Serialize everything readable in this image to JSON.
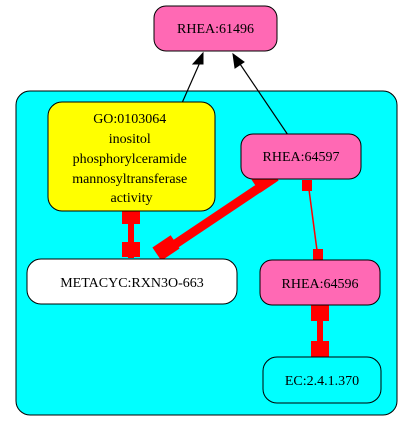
{
  "colors": {
    "page_background": "#ffffff",
    "cluster_fill": "#00ffff",
    "rhea_node_fill": "#ff69b4",
    "go_node_fill": "#ffff00",
    "metacyc_node_fill": "#ffffff",
    "ec_node_fill": "#00ffff",
    "outline": "#000000",
    "evidence_edge": "#ff0000"
  },
  "nodes": {
    "rhea_61496": {
      "label": "RHEA:61496"
    },
    "go_0103064": {
      "lines": [
        "GO:0103064",
        "inositol",
        "phosphorylceramide",
        "mannosyltransferase",
        "activity"
      ]
    },
    "rhea_64597": {
      "label": "RHEA:64597"
    },
    "metacyc_rxn3o_663": {
      "label": "METACYC:RXN3O-663"
    },
    "rhea_64596": {
      "label": "RHEA:64596"
    },
    "ec_2_4_1_370": {
      "label": "EC:2.4.1.370"
    }
  },
  "edges": [
    {
      "from": "go_0103064",
      "to": "rhea_61496",
      "style": "arrow"
    },
    {
      "from": "rhea_64597",
      "to": "rhea_61496",
      "style": "arrow"
    },
    {
      "from": "go_0103064",
      "to": "metacyc_rxn3o_663",
      "style": "bold-red-box-ends"
    },
    {
      "from": "rhea_64597",
      "to": "metacyc_rxn3o_663",
      "style": "bold-red-box-ends"
    },
    {
      "from": "rhea_64597",
      "to": "rhea_64596",
      "style": "thin-red-box-ends"
    },
    {
      "from": "rhea_64596",
      "to": "ec_2_4_1_370",
      "style": "bold-red-box-ends"
    }
  ]
}
